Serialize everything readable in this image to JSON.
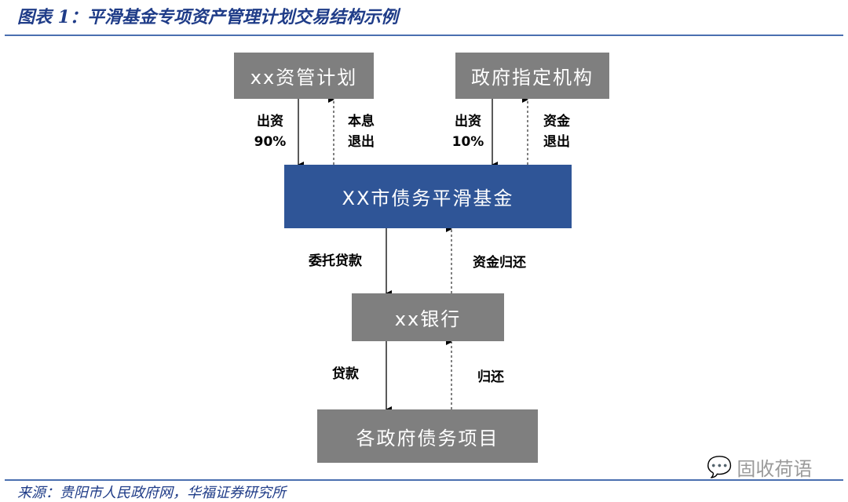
{
  "title": "图表 1：平滑基金专项资产管理计划交易结构示例",
  "boxes": {
    "asset_plan": "xx资管计划",
    "gov_agency": "政府指定机构",
    "fund": "XX市债务平滑基金",
    "bank": "xx银行",
    "projects": "各政府债务项目"
  },
  "labels": {
    "invest_90_line1": "出资",
    "invest_90_line2": "90%",
    "principal_exit_line1": "本息",
    "principal_exit_line2": "退出",
    "invest_10_line1": "出资",
    "invest_10_line2": "10%",
    "fund_exit_line1": "资金",
    "fund_exit_line2": "退出",
    "entrusted_loan": "委托贷款",
    "fund_return": "资金归还",
    "loan": "贷款",
    "repay": "归还"
  },
  "watermark": "固收荷语",
  "source": "来源：贵阳市人民政府网，华福证券研究所",
  "colors": {
    "title": "#1f3c88",
    "box_gray": "#7f7f7f",
    "box_blue": "#2f5597"
  }
}
